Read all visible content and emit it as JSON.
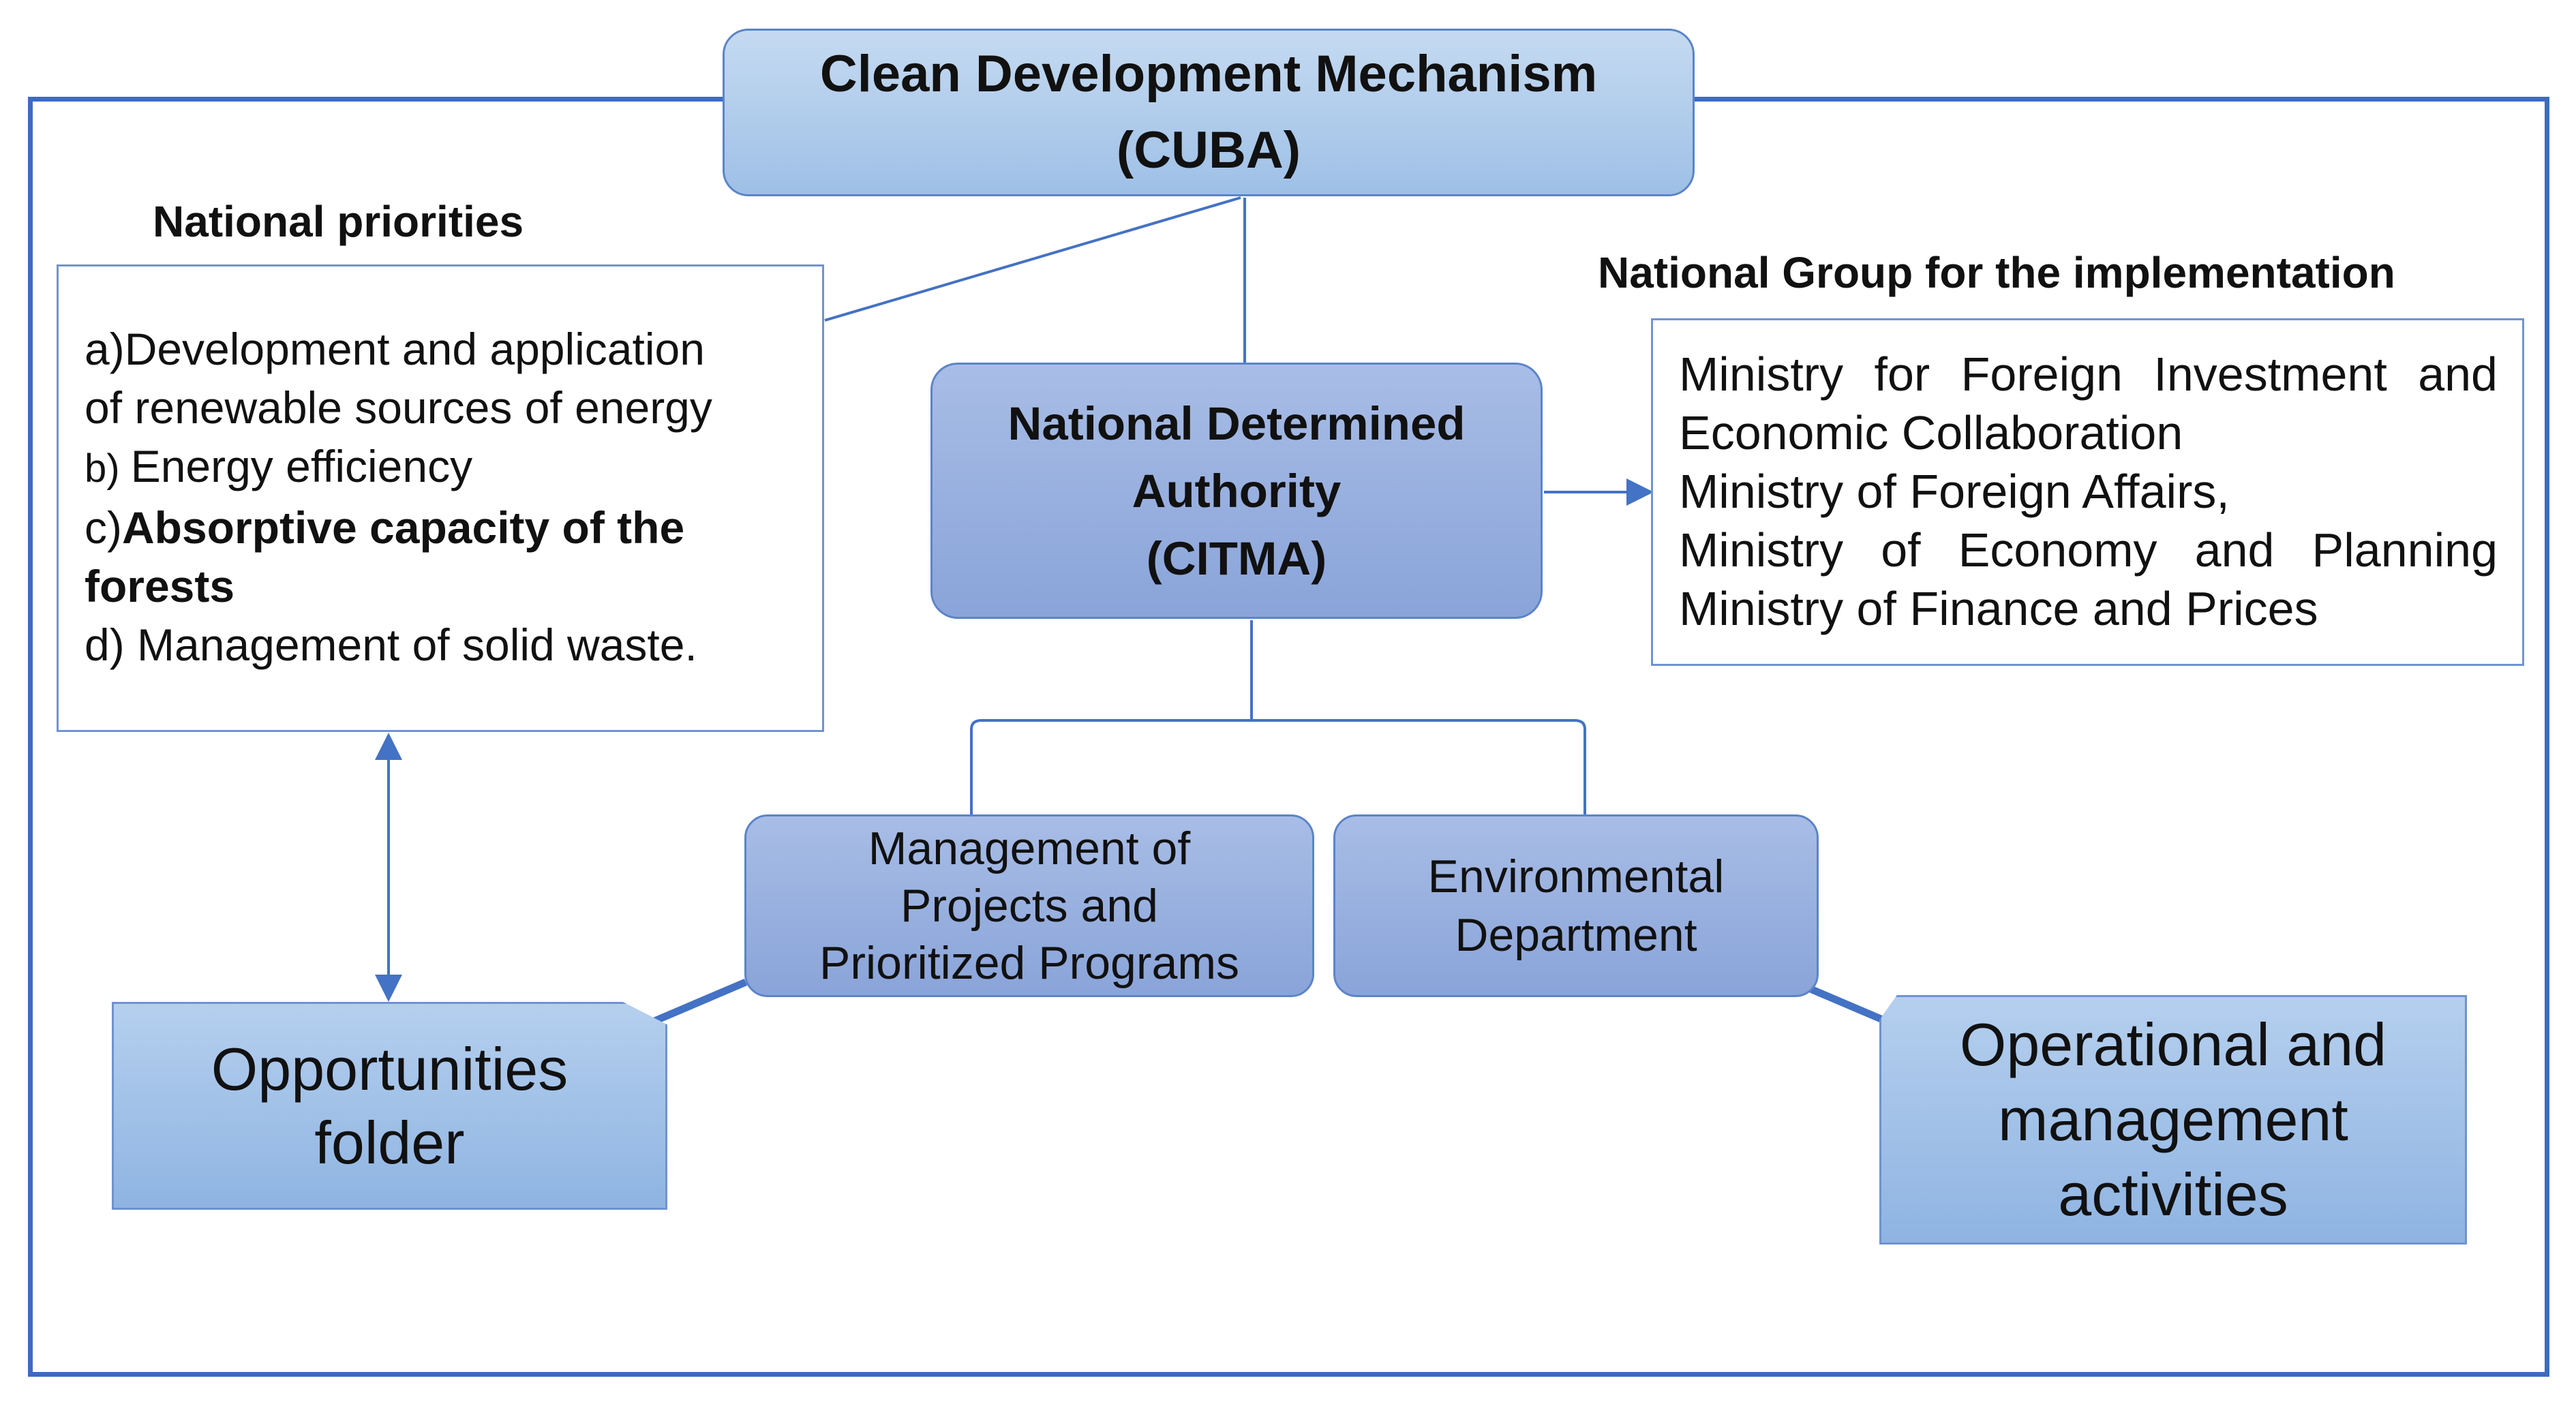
{
  "cdm": {
    "title_line1": "Clean Development Mechanism",
    "title_line2": "(CUBA)"
  },
  "national_priorities": {
    "heading": "National  priorities",
    "items": [
      {
        "prefix": "a)",
        "text": "Development and application"
      },
      {
        "prefix": "",
        "text": "of renewable sources of energy"
      },
      {
        "prefix": "b) ",
        "text": "Energy efficiency"
      },
      {
        "prefix": "c)",
        "text": "Absorptive capacity of the"
      },
      {
        "prefix": "",
        "text": "forests"
      },
      {
        "prefix": "d) ",
        "text": "Management of solid waste."
      }
    ]
  },
  "nda": {
    "line1": "National  Determined",
    "line2": "Authority",
    "line3": "(CITMA)"
  },
  "national_group": {
    "heading": "National  Group  for the implementation",
    "lines": [
      "Ministry for Foreign Investment and",
      "Economic Collaboration",
      "Ministry of Foreign Affairs,",
      "Ministry of Economy and Planning",
      "Ministry of Finance and Prices"
    ]
  },
  "management": {
    "line1": "Management of",
    "line2": "Projects and",
    "line3": "Prioritized Programs"
  },
  "environmental": {
    "line1": "Environmental",
    "line2": "Department"
  },
  "opportunities": {
    "line1": "Opportunities",
    "line2": "folder"
  },
  "operational": {
    "line1": "Operational and",
    "line2": "management",
    "line3": "activities"
  },
  "colors": {
    "frame": "#3c6cc0",
    "connector": "#4472c4",
    "box_light_blue": "#9ec0e6",
    "box_purple_blue": "#8aa4d9"
  }
}
